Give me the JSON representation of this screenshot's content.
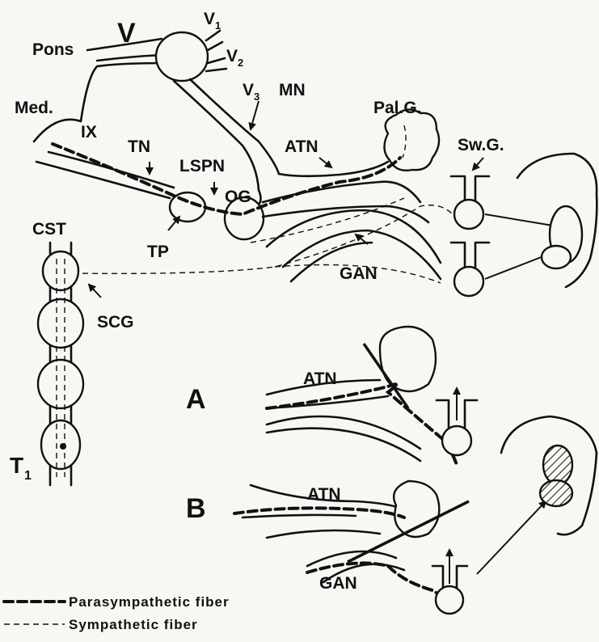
{
  "labels": {
    "V": "V",
    "V1": "V",
    "V1_sub": "1",
    "V2": "V",
    "V2_sub": "2",
    "V3": "V",
    "V3_sub": "3",
    "Pons": "Pons",
    "MN": "MN",
    "Med": "Med.",
    "IX": "IX",
    "TN": "TN",
    "LSPN": "LSPN",
    "OG": "OG",
    "ATN": "ATN",
    "PalG": "Pal.G.",
    "SwG": "Sw.G.",
    "CST": "CST",
    "TP": "TP",
    "GAN": "GAN",
    "SCG": "SCG",
    "T1": "T",
    "T1_sub": "1"
  },
  "panel_a": {
    "letter": "A",
    "atn": "ATN"
  },
  "panel_b": {
    "letter": "B",
    "atn": "ATN",
    "gan": "GAN"
  },
  "legend": {
    "parasympathetic": "Parasympathetic fiber",
    "sympathetic": "Sympathetic fiber"
  }
}
